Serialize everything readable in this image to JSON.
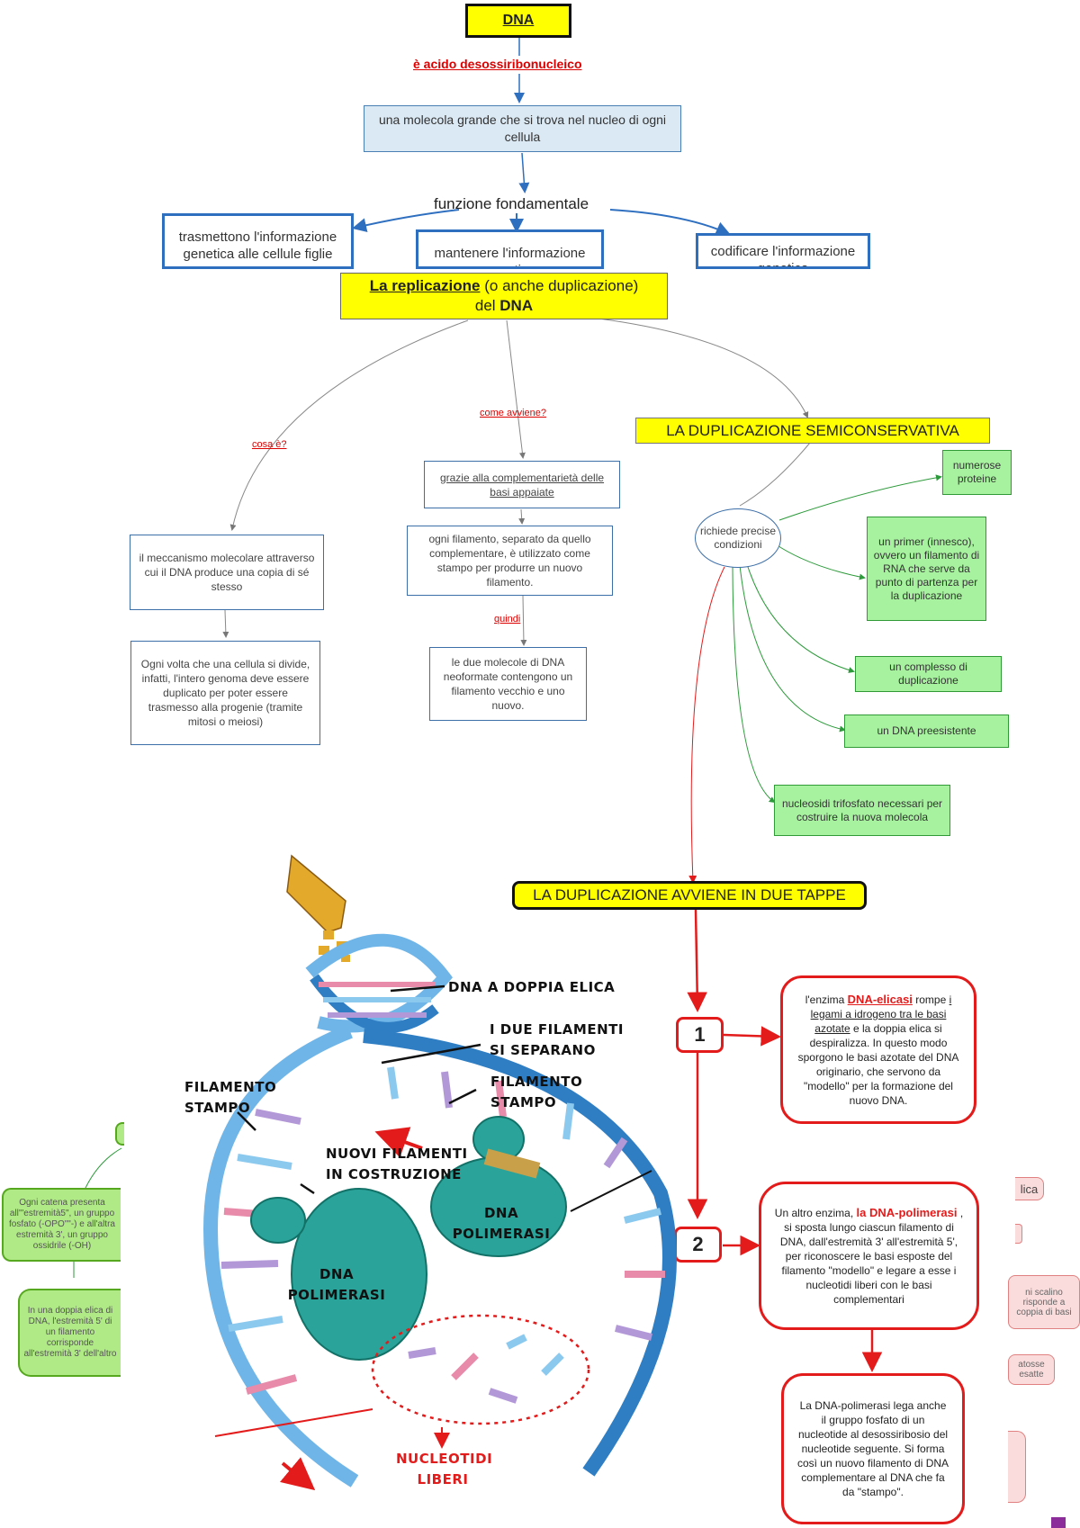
{
  "top": {
    "title": "DNA",
    "definition_link": "è acido desossiribonucleico",
    "molecule": "una molecola grande che si trova nel nucleo di ogni cellula",
    "function_label": "funzione fondamentale",
    "left": "trasmettono l'informazione genetica alle cellule figlie",
    "center": "mantenere l'informazione genetica",
    "right": "codificare l'informazione genetica"
  },
  "replication": {
    "title_a": "La replicazione",
    "title_b": "(o anche duplicazione)",
    "title_c": "del",
    "title_d": "DNA",
    "cosa_link": "cosa è?",
    "come_link": "come avviene?",
    "semicons": "LA DUPLICAZIONE SEMICONSERVATIVA",
    "mechanism": "il meccanismo molecolare attraverso cui il DNA produce una copia di sé stesso",
    "every_time": "Ogni volta che una cellula si divide, infatti, l'intero genoma deve essere duplicato per poter essere trasmesso alla progenie (tramite mitosi o meiosi)",
    "complementarity": "grazie alla complementarietà delle basi appaiate",
    "each_strand": "ogni filamento, separato da quello complementare, è utilizzato come stampo per produrre un nuovo filamento.",
    "quindi": "quindi",
    "two_molecules": "le due molecole di DNA neoformate contengono un filamento vecchio e uno nuovo.",
    "requires": "richiede precise condizioni",
    "req1": "numerose proteine",
    "req2": "un primer (innesco), ovvero un filamento di RNA che serve da punto di partenza per la duplicazione",
    "req3": "un complesso di duplicazione",
    "req4": "un DNA preesistente",
    "req5": "nucleosidi trifosfato necessari per costruire la nuova molecola"
  },
  "steps": {
    "title": "LA DUPLICAZIONE AVVIENE IN DUE TAPPE",
    "n1": "1",
    "n2": "2",
    "s1_pre": "l'enzima",
    "s1_enzyme": "DNA-elicasi",
    "s1_mid": "rompe",
    "s1_underline": "i legami a idrogeno tra le basi azotate",
    "s1_rest": "e la doppia elica si despiralizza. In questo modo sporgono le basi azotate del DNA originario, che servono da \"modello\" per la formazione del nuovo DNA.",
    "s2_pre": "Un altro enzima,",
    "s2_enzyme": "la DNA-polimerasi",
    "s2_rest": ", si sposta lungo ciascun filamento di DNA, dall'estremità 3' all'estremità 5', per riconoscere le basi esposte del filamento \"modello\" e legare a esse i nucleotidi liberi con le basi complementari",
    "s3": "La DNA-polimerasi lega anche il gruppo fosfato di un nucleotide al desossiribosio del nucleotide seguente. Si forma così un nuovo filamento di DNA complementare al DNA che fa da \"stampo\"."
  },
  "illustration": {
    "l1": "DNA A DOPPIA ELICA",
    "l2a": "I DUE FILAMENTI",
    "l2b": "SI SEPARANO",
    "l3a": "FILAMENTO",
    "l3b": "STAMPO",
    "l4a": "FILAMENTO",
    "l4b": "STAMPO",
    "l5a": "NUOVI FILAMENTI",
    "l5b": "IN COSTRUZIONE",
    "l6a": "DNA",
    "l6b": "POLIMERASI",
    "l7a": "DNA",
    "l7b": "POLIMERASI",
    "l8a": "NUCLEOTIDI",
    "l8b": "LIBERI"
  },
  "left_partial": {
    "a": "Ogni catena presenta all'\"estremità5\", un gruppo fosfato (-OPO\"\"-) e all'altra estremità 3', un gruppo ossidrile (-OH)",
    "b": "In una doppia elica di DNA, l'estremità 5' di un filamento corrisponde all'estremità 3' dell'altro"
  },
  "right_partial": {
    "a": "lica",
    "b": "ni scalino risponde a coppia di basi",
    "c": "atosse esatte"
  }
}
